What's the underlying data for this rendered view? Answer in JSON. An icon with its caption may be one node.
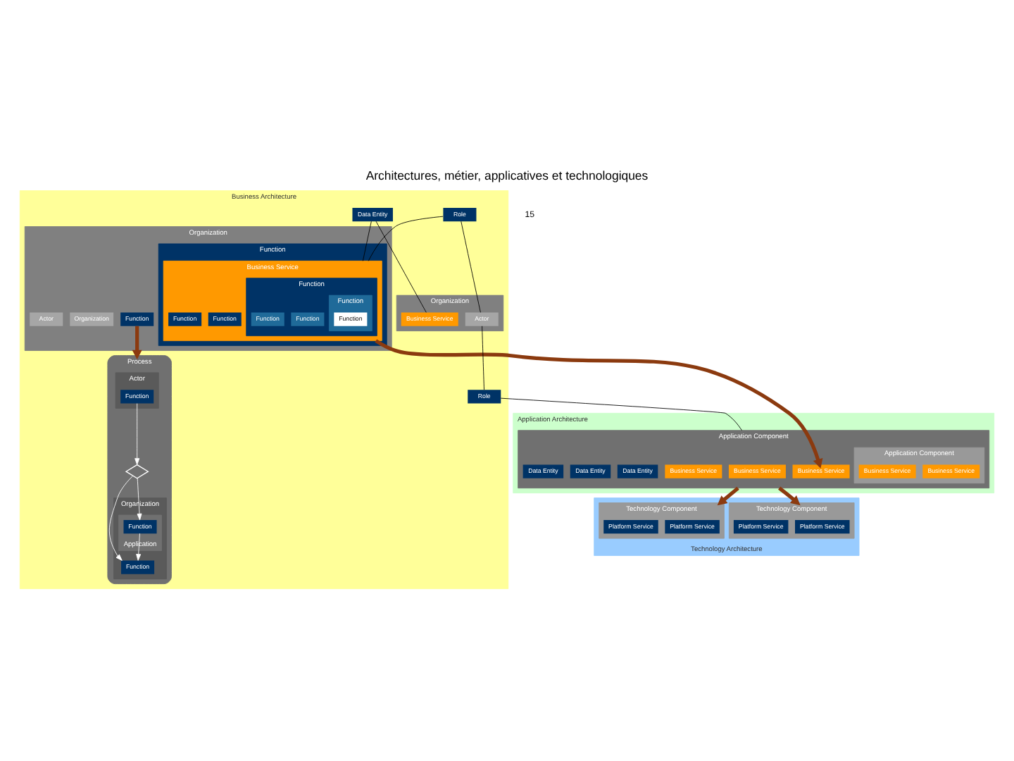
{
  "diagram": {
    "title": "Architectures, métier, applicatives et technologiques",
    "nodes": [
      {
        "text": [
          "Business Architecture"
        ]
      },
      {
        "text": [
          "Organization"
        ],
        "in": 0
      },
      {
        "text": [
          "Function"
        ],
        "in": 1
      },
      {
        "text": [
          "Function"
        ],
        "in": 1
      },
      {
        "text": [
          "Business Service"
        ],
        "in": 3
      },
      {
        "text": [
          "Function"
        ],
        "in": 4
      },
      {
        "text": [
          "Function"
        ],
        "in": 5
      },
      {
        "text": [
          "Function"
        ],
        "in": 6
      },
      {
        "text": [
          "Function"
        ],
        "in": 5
      },
      {
        "text": [
          "Function"
        ],
        "in": 5
      },
      {
        "text": [
          "Function"
        ],
        "in": 4
      },
      {
        "text": [
          "Function"
        ],
        "in": 4
      },
      {
        "text": [
          "Organization"
        ],
        "in": 1
      },
      {
        "text": [
          "Actor"
        ],
        "in": 1
      },
      {
        "text": [
          "Process"
        ],
        "in": 0
      },
      {
        "text": [
          "Actor"
        ],
        "in": 14
      },
      {
        "text": [
          "Function"
        ],
        "in": 15
      },
      {
        "text": [],
        "shape": "diamond",
        "in": 14
      },
      {
        "text": [
          "Organization"
        ],
        "in": 14
      },
      {
        "text": [
          "Function"
        ],
        "in": 18
      },
      {
        "text": [
          "Application"
        ],
        "in": 18
      },
      {
        "text": [
          "Function"
        ],
        "in": 20
      },
      {
        "text": [
          "Role"
        ],
        "in": 0
      },
      {
        "text": [
          "Data Entity"
        ],
        "in": 0
      },
      {
        "text": [
          "Organization"
        ],
        "in": 0
      },
      {
        "text": [
          "Actor"
        ],
        "in": 24
      },
      {
        "text": [
          "Business Service"
        ],
        "in": 24
      },
      {
        "text": [
          "Role"
        ],
        "in": 0
      },
      {
        "text": [
          "Application Architecture"
        ]
      },
      {
        "text": [
          "Application Component"
        ],
        "in": 28
      },
      {
        "text": [
          "Business Service"
        ],
        "in": 29
      },
      {
        "text": [
          "Business Service"
        ],
        "in": 29
      },
      {
        "text": [
          "Business Service"
        ],
        "in": 29
      },
      {
        "text": [
          "Application Component"
        ],
        "in": 29
      },
      {
        "text": [
          "Business Service"
        ],
        "in": 33
      },
      {
        "text": [
          "Business Service"
        ],
        "in": 33
      },
      {
        "text": [
          "Data Entity"
        ],
        "in": 29
      },
      {
        "text": [
          "Data Entity"
        ],
        "in": 29
      },
      {
        "text": [
          "Data Entity"
        ],
        "in": 29
      },
      {
        "text": [
          "Technology Architecture"
        ]
      },
      {
        "text": [
          "Technology Component"
        ],
        "in": 39
      },
      {
        "text": [
          "Platform Service"
        ],
        "in": 40
      },
      {
        "text": [
          "Platform Service"
        ],
        "in": 40
      },
      {
        "text": [
          "Technology Component"
        ],
        "in": 39
      },
      {
        "text": [
          "Platform Service"
        ],
        "in": 43
      },
      {
        "text": [
          "Platform Service"
        ],
        "in": 43
      }
    ],
    "edges": [
      {
        "from": 2,
        "to": 14,
        "arrow": "to",
        "style": "thick",
        "color": "#8b3a0f"
      },
      {
        "from": 16,
        "to": 17,
        "arrow": "to",
        "color": "#ffffff"
      },
      {
        "from": 17,
        "to": 19,
        "arrow": "to",
        "color": "#ffffff"
      },
      {
        "from": 17,
        "to": 21,
        "arrow": "to",
        "color": "#ffffff"
      },
      {
        "from": 21,
        "to": 19,
        "arrow": "to",
        "color": "#ffffff"
      },
      {
        "from": 22,
        "to": 25,
        "arrow": "none"
      },
      {
        "from": 23,
        "to": 26,
        "arrow": "none"
      },
      {
        "from": 25,
        "to": 27,
        "arrow": "none"
      },
      {
        "from": 27,
        "to": 29,
        "arrow": "none"
      },
      {
        "from": 22,
        "to": 4,
        "arrow": "none"
      },
      {
        "from": 23,
        "to": 4,
        "arrow": "none"
      },
      {
        "from": 4,
        "to": 31,
        "arrow": "to",
        "style": "thick",
        "color": "#8b3a0f"
      },
      {
        "from": 29,
        "to": 40,
        "arrow": "to",
        "style": "thick",
        "color": "#8b3a0f"
      },
      {
        "from": 29,
        "to": 43,
        "arrow": "to",
        "style": "thick",
        "color": "#8b3a0f"
      }
    ],
    "labels": [
      "15"
    ]
  }
}
